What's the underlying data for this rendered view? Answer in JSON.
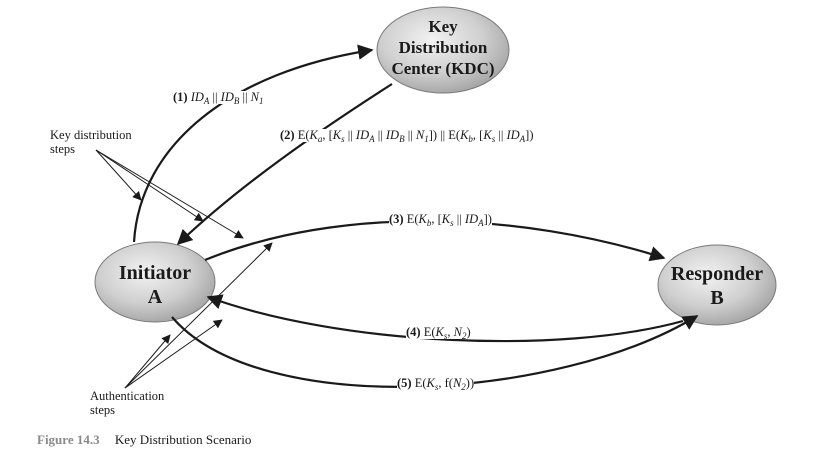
{
  "nodes": {
    "kdc": {
      "lines": [
        "Key",
        "Distribution",
        "Center (KDC)"
      ]
    },
    "initiator": {
      "lines": [
        "Initiator",
        "A"
      ]
    },
    "responder": {
      "lines": [
        "Responder",
        "B"
      ]
    }
  },
  "annotations": {
    "key_distribution": [
      "Key distribution",
      "steps"
    ],
    "authentication": [
      "Authentication",
      "steps"
    ]
  },
  "messages": {
    "m1": {
      "num": "(1)",
      "tokens": [
        [
          "i",
          "ID"
        ],
        [
          "sub",
          "A"
        ],
        [
          "t",
          " || "
        ],
        [
          "i",
          "ID"
        ],
        [
          "sub",
          "B"
        ],
        [
          "t",
          " || "
        ],
        [
          "i",
          "N"
        ],
        [
          "sub",
          "1"
        ]
      ]
    },
    "m2": {
      "num": "(2)",
      "tokens": [
        [
          "t",
          " E("
        ],
        [
          "i",
          "K"
        ],
        [
          "sub",
          "a"
        ],
        [
          "t",
          ", ["
        ],
        [
          "i",
          "K"
        ],
        [
          "sub",
          "s"
        ],
        [
          "t",
          " || "
        ],
        [
          "i",
          "ID"
        ],
        [
          "sub",
          "A"
        ],
        [
          "t",
          " || "
        ],
        [
          "i",
          "ID"
        ],
        [
          "sub",
          "B"
        ],
        [
          "t",
          " || "
        ],
        [
          "i",
          "N"
        ],
        [
          "sub",
          "1"
        ],
        [
          "t",
          "]) || E("
        ],
        [
          "i",
          "K"
        ],
        [
          "sub",
          "b"
        ],
        [
          "t",
          ", ["
        ],
        [
          "i",
          "K"
        ],
        [
          "sub",
          "s"
        ],
        [
          "t",
          " || "
        ],
        [
          "i",
          "ID"
        ],
        [
          "sub",
          "A"
        ],
        [
          "t",
          "])"
        ]
      ]
    },
    "m3": {
      "num": "(3)",
      "tokens": [
        [
          "t",
          " E("
        ],
        [
          "i",
          "K"
        ],
        [
          "sub",
          "b"
        ],
        [
          "t",
          ", ["
        ],
        [
          "i",
          "K"
        ],
        [
          "sub",
          "s"
        ],
        [
          "t",
          " || "
        ],
        [
          "i",
          "ID"
        ],
        [
          "sub",
          "A"
        ],
        [
          "t",
          "])"
        ]
      ]
    },
    "m4": {
      "num": "(4)",
      "tokens": [
        [
          "t",
          " E("
        ],
        [
          "i",
          "K"
        ],
        [
          "sub",
          "s"
        ],
        [
          "t",
          ", "
        ],
        [
          "i",
          "N"
        ],
        [
          "sub",
          "2"
        ],
        [
          "t",
          ")"
        ]
      ]
    },
    "m5": {
      "num": "(5)",
      "tokens": [
        [
          "t",
          " E("
        ],
        [
          "i",
          "K"
        ],
        [
          "sub",
          "s"
        ],
        [
          "t",
          ", f("
        ],
        [
          "i",
          "N"
        ],
        [
          "sub",
          "2"
        ],
        [
          "t",
          "))"
        ]
      ]
    }
  },
  "caption": {
    "figure": "Figure 14.3",
    "title": "Key Distribution Scenario"
  }
}
